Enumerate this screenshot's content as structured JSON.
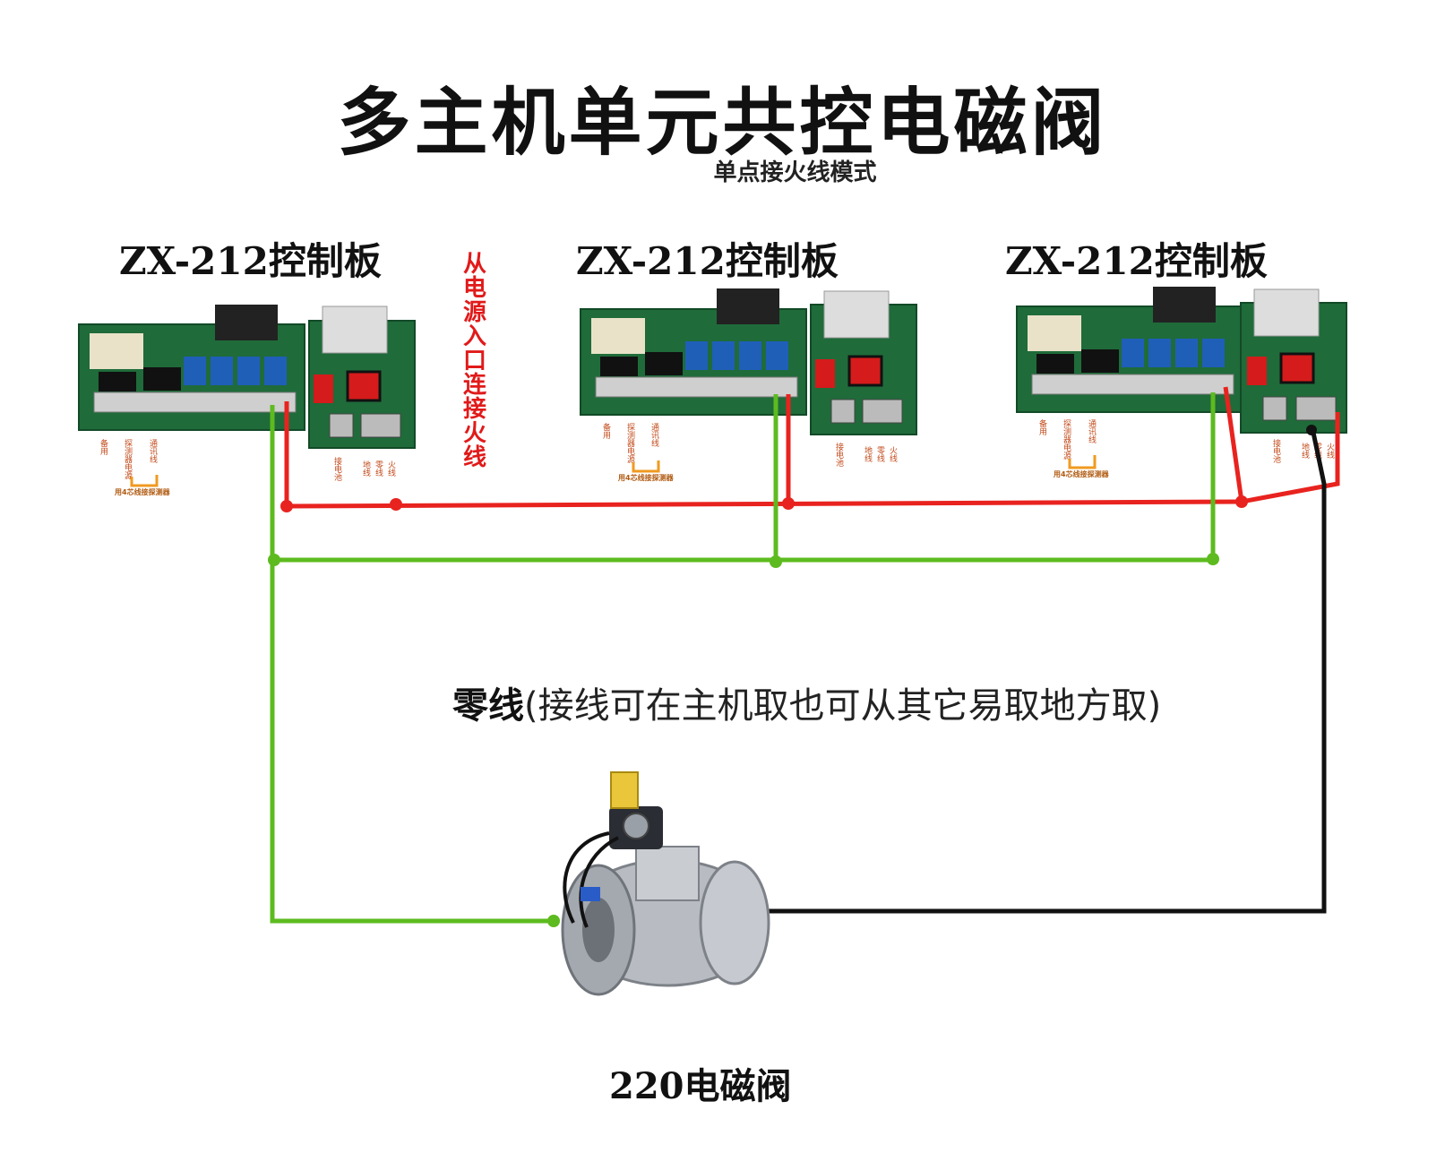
{
  "title": "多主机单元共控电磁阀",
  "subtitle": "单点接火线模式",
  "boards": [
    {
      "label": "ZX-212控制板"
    },
    {
      "label": "ZX-212控制板"
    },
    {
      "label": "ZX-212控制板"
    }
  ],
  "board_terminals": {
    "left": [
      "备用",
      "探测器电源",
      "通讯线"
    ],
    "right": [
      "接电池",
      "地线",
      "零线",
      "火线"
    ],
    "detector_note": "用4芯线接探测器"
  },
  "fire_line_note": "从电源入口连接火线",
  "neutral_note": {
    "bold": "零线",
    "rest": "(接线可在主机取也可从其它易取地方取)"
  },
  "valve_label": "220电磁阀",
  "colors": {
    "fire_line": "#e8231f",
    "neutral_line": "#5dbb1f",
    "return_line": "#111111",
    "pcb_green": "#1f6b3a"
  }
}
